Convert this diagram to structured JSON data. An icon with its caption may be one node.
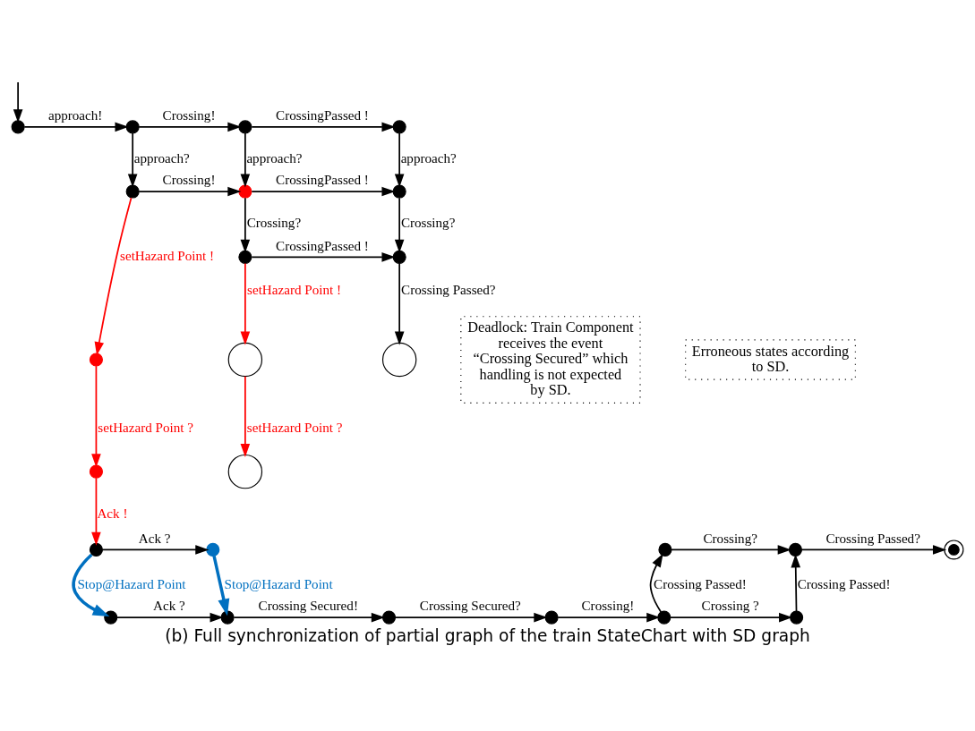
{
  "diagram": {
    "caption": "(b) Full synchronization of partial graph of the train StateChart with SD graph",
    "nodes": [
      {
        "text": [],
        "shape": "dot"
      },
      {
        "text": [],
        "shape": "dot"
      },
      {
        "text": [],
        "shape": "dot"
      },
      {
        "text": [],
        "shape": "dot"
      },
      {
        "text": [],
        "shape": "dot"
      },
      {
        "text": [],
        "shape": "dot"
      },
      {
        "text": [],
        "shape": "dot"
      },
      {
        "text": [],
        "shape": "dot"
      },
      {
        "text": [],
        "shape": "dot"
      },
      {
        "text": [],
        "shape": "circle"
      },
      {
        "text": [],
        "shape": "circle"
      },
      {
        "text": [],
        "shape": "dot"
      },
      {
        "text": [],
        "shape": "dot"
      },
      {
        "text": [],
        "shape": "circle"
      },
      {
        "text": [],
        "shape": "bullseye"
      },
      {
        "text": [],
        "shape": "dot"
      },
      {
        "text": [],
        "shape": "dot"
      },
      {
        "text": [],
        "shape": "dot"
      },
      {
        "text": [],
        "shape": "dot"
      },
      {
        "text": [],
        "shape": "dot"
      },
      {
        "text": [],
        "shape": "dot"
      },
      {
        "text": [],
        "shape": "dot"
      },
      {
        "text": [],
        "shape": "dot"
      },
      {
        "text": [],
        "shape": "dot"
      },
      {
        "text": [],
        "shape": "dot"
      },
      {
        "text": [
          "Deadlock: Train Component receives the event “Crossing Secured” which handling is not expected by SD."
        ]
      },
      {
        "text": [
          "Erroneous states according to SD."
        ]
      }
    ],
    "edges": [
      {
        "from": null,
        "to": 3,
        "arrow": "to"
      },
      {
        "from": 3,
        "to": 2,
        "arrow": "to",
        "label": "approach!"
      },
      {
        "from": 2,
        "to": 1,
        "arrow": "to",
        "label": "Crossing!"
      },
      {
        "from": 1,
        "to": 0,
        "arrow": "to",
        "label": "CrossingPassed !"
      },
      {
        "from": 0,
        "to": 4,
        "arrow": "to",
        "label": "approach?"
      },
      {
        "from": 1,
        "to": 5,
        "arrow": "to",
        "label": "approach?"
      },
      {
        "from": 2,
        "to": 6,
        "arrow": "to",
        "label": "approach?"
      },
      {
        "from": 6,
        "to": 5,
        "arrow": "to",
        "label": "Crossing!"
      },
      {
        "from": 5,
        "to": 4,
        "arrow": "to",
        "label": "CrossingPassed !"
      },
      {
        "from": 4,
        "to": 7,
        "arrow": "to",
        "label": "Crossing?"
      },
      {
        "from": 5,
        "to": 8,
        "arrow": "to",
        "label": "Crossing?"
      },
      {
        "from": 8,
        "to": 7,
        "arrow": "to",
        "label": "CrossingPassed !"
      },
      {
        "from": 7,
        "to": 9,
        "arrow": "to",
        "label": "Crossing Passed?"
      },
      {
        "from": 8,
        "to": 10,
        "arrow": "to",
        "label": "setHazard Point !",
        "color": "#ff0000"
      },
      {
        "from": 10,
        "to": 13,
        "arrow": "to",
        "label": "setHazard Point ?",
        "color": "#ff0000"
      },
      {
        "from": 6,
        "to": 11,
        "arrow": "to",
        "label": "setHazard Point !",
        "color": "#ff0000"
      },
      {
        "from": 11,
        "to": 12,
        "arrow": "to",
        "label": "setHazard Point ?",
        "color": "#ff0000"
      },
      {
        "from": 12,
        "to": 18,
        "arrow": "to",
        "label": "Ack !",
        "color": "#ff0000"
      },
      {
        "from": 18,
        "to": 17,
        "arrow": "to",
        "label": "Ack ?"
      },
      {
        "from": 18,
        "to": 24,
        "arrow": "to",
        "label": "Stop@Hazard Point",
        "color": "#0070c0",
        "style": "thick"
      },
      {
        "from": 17,
        "to": 23,
        "arrow": "to",
        "label": "Stop@Hazard Point",
        "color": "#0070c0",
        "style": "thick"
      },
      {
        "from": 24,
        "to": 23,
        "arrow": "to",
        "label": "Ack ?"
      },
      {
        "from": 23,
        "to": 22,
        "arrow": "to",
        "label": "Crossing Secured!"
      },
      {
        "from": 22,
        "to": 21,
        "arrow": "to",
        "label": "Crossing Secured?"
      },
      {
        "from": 21,
        "to": 20,
        "arrow": "to",
        "label": "Crossing!"
      },
      {
        "from": 20,
        "to": 19,
        "arrow": "to",
        "label": "Crossing ?"
      },
      {
        "from": 20,
        "to": 16,
        "arrow": "to",
        "label": "Crossing Passed!"
      },
      {
        "from": 19,
        "to": 15,
        "arrow": "to",
        "label": "Crossing Passed!"
      },
      {
        "from": 16,
        "to": 15,
        "arrow": "to",
        "label": "Crossing?"
      },
      {
        "from": 15,
        "to": 14,
        "arrow": "to",
        "label": "Crossing Passed?"
      }
    ]
  }
}
